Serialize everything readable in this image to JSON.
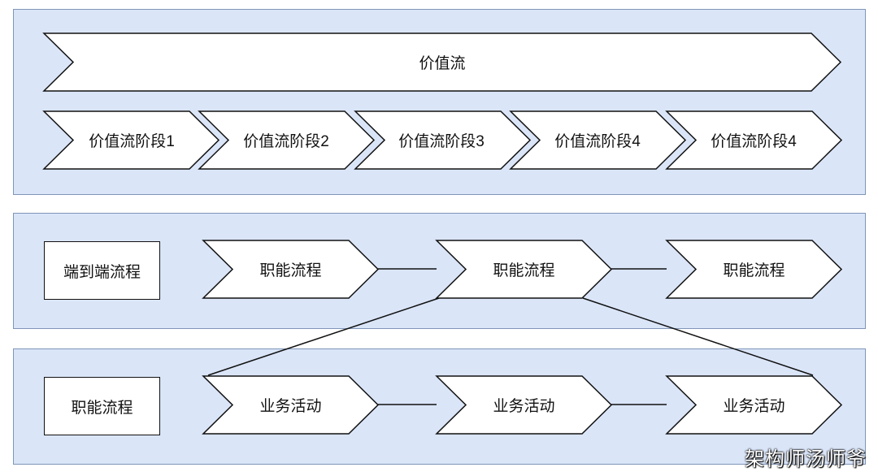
{
  "bands": {
    "value_stream": {
      "main_label": "价值流",
      "stages": [
        "价值流阶段1",
        "价值流阶段2",
        "价值流阶段3",
        "价值流阶段4",
        "价值流阶段4"
      ]
    },
    "process": {
      "box_label": "端到端流程",
      "steps": [
        "职能流程",
        "职能流程",
        "职能流程"
      ]
    },
    "activity": {
      "box_label": "职能流程",
      "steps": [
        "业务活动",
        "业务活动",
        "业务活动"
      ]
    }
  },
  "watermark": "架构师汤师爷",
  "colors": {
    "band_fill": "#dae5f8",
    "band_border": "#7f95b8",
    "shape_fill": "#ffffff",
    "stroke": "#111111"
  }
}
